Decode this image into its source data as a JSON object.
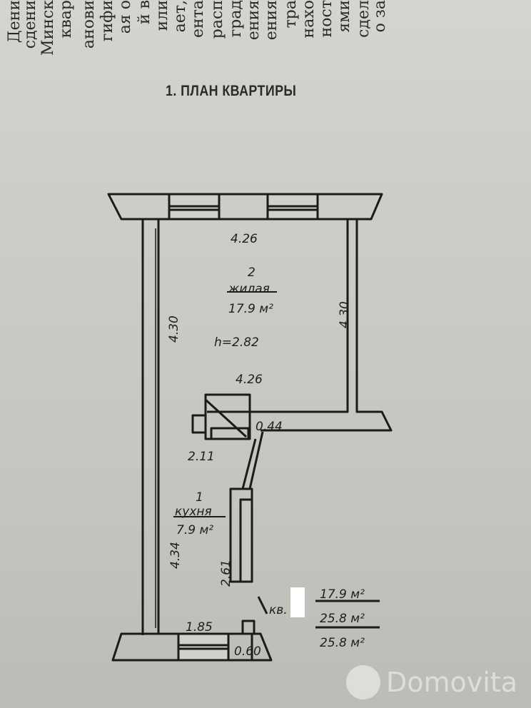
{
  "page_text_fragments": [
    "Дени",
    "сдени",
    "Минск",
    "квар",
    "анови",
    "гифи",
    "ая о",
    "й в",
    "или",
    "ает,",
    "ента",
    "расп",
    "град",
    "ения",
    "ения",
    "тра",
    "нахо",
    "ност",
    "ями",
    "сдел",
    "о за"
  ],
  "title": "1. ПЛАН КВАРТИРЫ",
  "plan": {
    "room2": {
      "number": "2",
      "name": "жилая",
      "area": "17.9 м²",
      "height": "h=2.82"
    },
    "room1": {
      "number": "1",
      "name": "кухня",
      "area": "7.9 м²"
    },
    "dimensions": {
      "top": "4.26",
      "mid": "4.26",
      "left": "4.30",
      "right": "4.30",
      "step": "0.44",
      "kitchen_width": "2.11",
      "kitchen_length": "4.34",
      "kitchen_wall": "2.61",
      "bottom_left": "1.85",
      "bottom_right": "0.60"
    },
    "apartment": {
      "label": "кв.",
      "living_area": "17.9 м²",
      "total_area": "25.8 м²",
      "total_area_2": "25.8 м²"
    }
  },
  "watermark": "Domovita"
}
